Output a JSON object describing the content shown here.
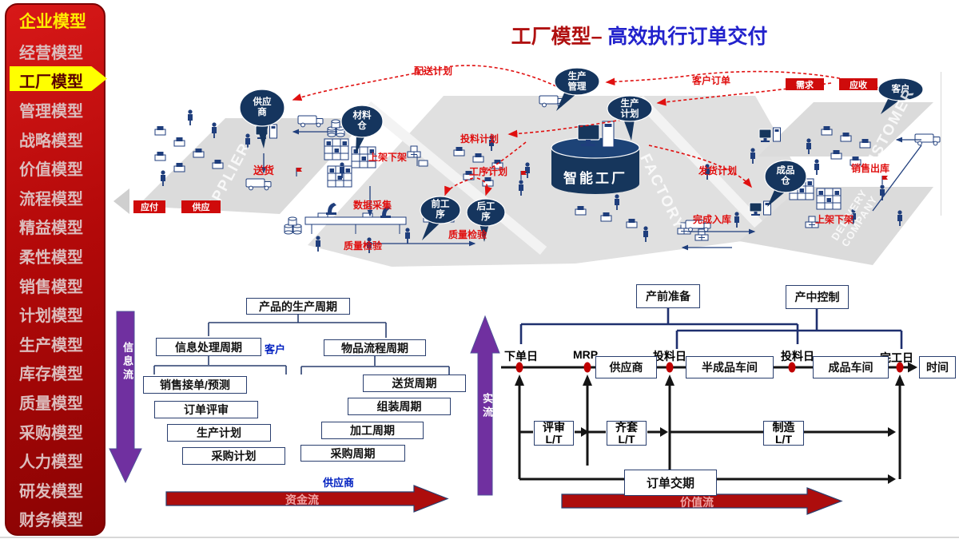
{
  "sidebar": {
    "header": "企业模型",
    "items": [
      "经营模型",
      "工厂模型",
      "管理模型",
      "战略模型",
      "价值模型",
      "流程模型",
      "精益模型",
      "柔性模型",
      "销售模型",
      "计划模型",
      "生产模型",
      "库存模型",
      "质量模型",
      "采购模型",
      "人力模型",
      "研发模型",
      "财务模型"
    ],
    "active": "工厂模型"
  },
  "title": {
    "red": "工厂模型–",
    "blue": " 高效执行订单交付"
  },
  "factory": {
    "cylinder": "智能工厂",
    "bubbles": {
      "supplier": {
        "l1": "供应",
        "l2": "商"
      },
      "material": {
        "l1": "材料",
        "l2": "仓"
      },
      "prod_mgmt": {
        "l1": "生产",
        "l2": "管理"
      },
      "prod_plan": {
        "l1": "生产",
        "l2": "计划"
      },
      "customer": {
        "l1": "客户"
      },
      "finished": {
        "l1": "成品",
        "l2": "仓"
      },
      "pre_proc": {
        "l1": "前工",
        "l2": "序"
      },
      "post_proc": {
        "l1": "后工",
        "l2": "序"
      }
    },
    "labels": {
      "delivery_plan": "配送计划",
      "customer_order": "客户订单",
      "feeding_plan": "投料计划",
      "shelf_left": "上架下架",
      "process_plan": "工序计划",
      "deliver": "送货",
      "data_collect": "数据采集",
      "ship_plan": "发货计划",
      "sales_out": "销售出库",
      "finish_in": "完成入库",
      "shelf_right": "上架下架",
      "qc1": "质量检验",
      "qc2": "质量检验"
    },
    "chips": {
      "payable": "应付",
      "supply": "供应",
      "demand": "需求",
      "receivable": "应收"
    },
    "watermarks": {
      "supplier": "SUPPLIER",
      "factory": "FACTORY",
      "customer": "CUSTOMER",
      "delivery1": "DELIVERY",
      "delivery2": "COMPANY"
    }
  },
  "flows": {
    "info": "信息流",
    "real": "实流",
    "capital": "资金流",
    "value": "价值流"
  },
  "tree": {
    "root": "产品的生产周期",
    "left": "信息处理周期",
    "right": "物品流程周期",
    "customer": "客户",
    "supplier": "供应商",
    "left_items": [
      "销售接单/预测",
      "订单评审",
      "生产计划",
      "采购计划"
    ],
    "right_items": [
      "送货周期",
      "组装周期",
      "加工周期",
      "采购周期"
    ]
  },
  "timeline": {
    "prep": "产前准备",
    "control": "产中控制",
    "milestones": [
      "下单日",
      "MRP",
      "投料日",
      "投料日",
      "完工日"
    ],
    "stations": [
      "供应商",
      "半成品车间",
      "成品车间"
    ],
    "time": "时间",
    "lt": [
      {
        "a": "评审",
        "b": "L/T"
      },
      {
        "a": "齐套",
        "b": "L/T"
      },
      {
        "a": "制造",
        "b": "L/T"
      }
    ],
    "order": "订单交期"
  },
  "colors": {
    "accent_red": "#c00000",
    "bright_red": "#e01010",
    "navy": "#1f3e7c",
    "purple": "#7030a0",
    "yellow": "#ffff00",
    "title_blue": "#2222cc"
  }
}
